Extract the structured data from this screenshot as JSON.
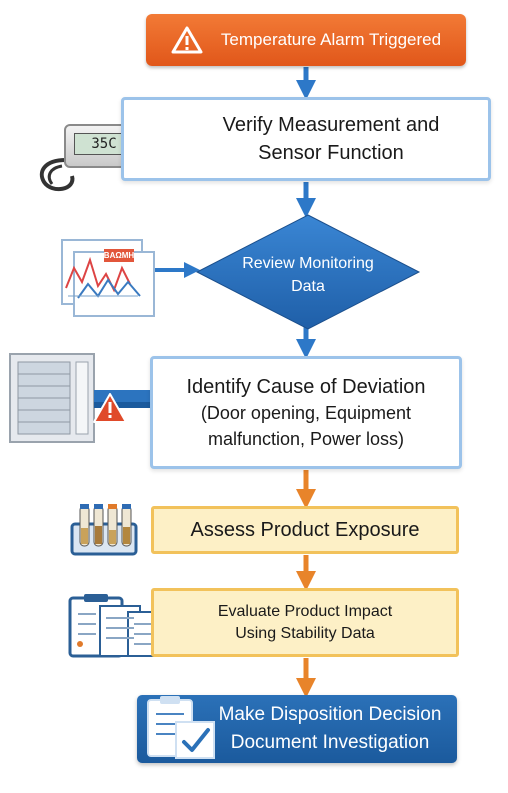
{
  "flowchart": {
    "steps": [
      {
        "id": "alarm",
        "text": "Temperature Alarm Triggered"
      },
      {
        "id": "verify",
        "lines": [
          "Verify Measurement and",
          "Sensor Function"
        ]
      },
      {
        "id": "review",
        "lines": [
          "Review Monitoring",
          "Data"
        ]
      },
      {
        "id": "identify",
        "lines": [
          "Identify Cause of Deviation",
          "(Door opening, Equipment",
          "malfunction, Power loss)"
        ]
      },
      {
        "id": "assess",
        "text": "Assess Product Exposure"
      },
      {
        "id": "evaluate",
        "lines": [
          "Evaluate Product Impact",
          "Using Stability Data"
        ]
      },
      {
        "id": "disposition",
        "lines": [
          "Make Disposition Decision",
          "Document Investigation"
        ]
      }
    ],
    "icons": {
      "thermometer_reading": "35C",
      "chart_badge": "BAΩΜΗ"
    },
    "colors": {
      "alarm": "#e8642a",
      "blue_arrow": "#2d78c8",
      "orange_arrow": "#e8842a",
      "diamond": "#2a72c0",
      "yellow_fill": "#fdf0c6",
      "yellow_border": "#f2c25b",
      "final_box": "#1f62a8"
    }
  }
}
